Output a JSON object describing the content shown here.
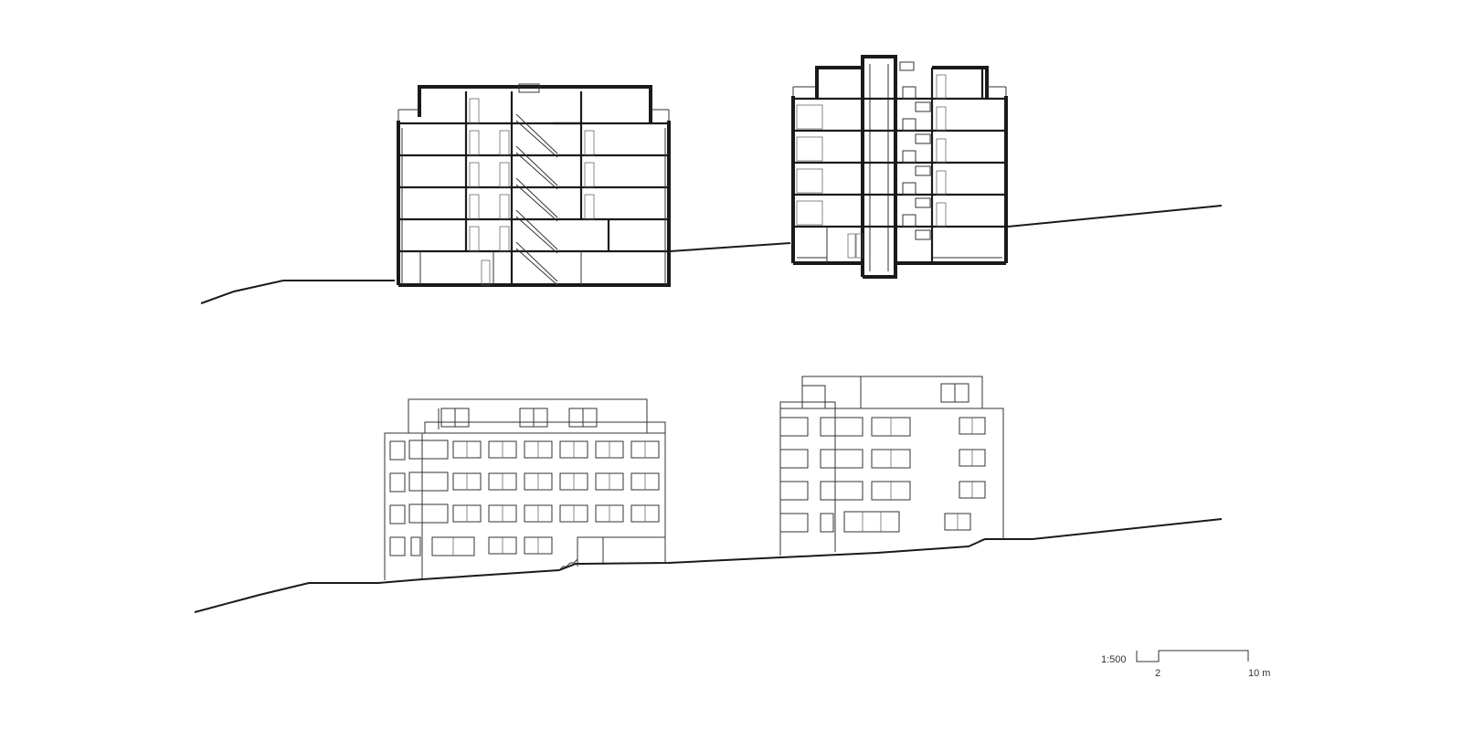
{
  "scale_bar": {
    "ratio": "1:500",
    "tick_mid": "2",
    "tick_end": "10 m"
  },
  "colors": {
    "line": "#1a1a1a",
    "background": "#ffffff"
  }
}
